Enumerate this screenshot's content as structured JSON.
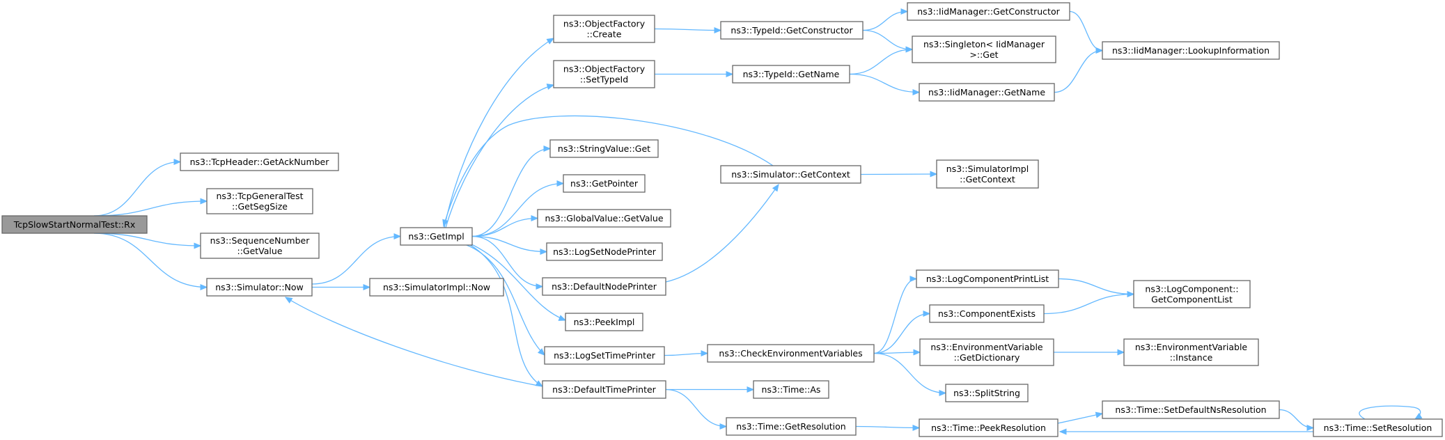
{
  "graph": {
    "colors": {
      "edge": "#63b8ff",
      "node_border": "#666666",
      "root_fill": "#999999",
      "node_fill": "#ffffff"
    },
    "nodes": [
      {
        "id": "root",
        "lines": [
          "TcpSlowStartNormalTest::Rx"
        ],
        "root": true
      },
      {
        "id": "getack",
        "lines": [
          "ns3::TcpHeader::GetAckNumber"
        ]
      },
      {
        "id": "getsegsize",
        "lines": [
          "ns3::TcpGeneralTest",
          "::GetSegSize"
        ]
      },
      {
        "id": "seqgetvalue",
        "lines": [
          "ns3::SequenceNumber",
          "::GetValue"
        ]
      },
      {
        "id": "simnow",
        "lines": [
          "ns3::Simulator::Now"
        ]
      },
      {
        "id": "getimpl",
        "lines": [
          "ns3::GetImpl"
        ]
      },
      {
        "id": "simimplnow",
        "lines": [
          "ns3::SimulatorImpl::Now"
        ]
      },
      {
        "id": "ofcreate",
        "lines": [
          "ns3::ObjectFactory",
          "::Create"
        ]
      },
      {
        "id": "ofsettypeid",
        "lines": [
          "ns3::ObjectFactory",
          "::SetTypeId"
        ]
      },
      {
        "id": "stringget",
        "lines": [
          "ns3::StringValue::Get"
        ]
      },
      {
        "id": "getpointer",
        "lines": [
          "ns3::GetPointer"
        ]
      },
      {
        "id": "globalgetvalue",
        "lines": [
          "ns3::GlobalValue::GetValue"
        ]
      },
      {
        "id": "logsetnodeprinter",
        "lines": [
          "ns3::LogSetNodePrinter"
        ]
      },
      {
        "id": "defaultnodeprinter",
        "lines": [
          "ns3::DefaultNodePrinter"
        ]
      },
      {
        "id": "peekimpl",
        "lines": [
          "ns3::PeekImpl"
        ]
      },
      {
        "id": "logsettimeprinter",
        "lines": [
          "ns3::LogSetTimePrinter"
        ]
      },
      {
        "id": "defaulttimeprinter",
        "lines": [
          "ns3::DefaultTimePrinter"
        ]
      },
      {
        "id": "typeidgetconstructor",
        "lines": [
          "ns3::TypeId::GetConstructor"
        ]
      },
      {
        "id": "typeidgetname",
        "lines": [
          "ns3::TypeId::GetName"
        ]
      },
      {
        "id": "simgetcontext",
        "lines": [
          "ns3::Simulator::GetContext"
        ]
      },
      {
        "id": "checkenv",
        "lines": [
          "ns3::CheckEnvironmentVariables"
        ]
      },
      {
        "id": "timeas",
        "lines": [
          "ns3::Time::As"
        ]
      },
      {
        "id": "timegetres",
        "lines": [
          "ns3::Time::GetResolution"
        ]
      },
      {
        "id": "iidgetconstructor",
        "lines": [
          "ns3::IidManager::GetConstructor"
        ]
      },
      {
        "id": "singletonget",
        "lines": [
          "ns3::Singleton< IidManager",
          ">::Get"
        ]
      },
      {
        "id": "iidgetname",
        "lines": [
          "ns3::IidManager::GetName"
        ]
      },
      {
        "id": "simimplgetcontext",
        "lines": [
          "ns3::SimulatorImpl",
          "::GetContext"
        ]
      },
      {
        "id": "logcompprintlist",
        "lines": [
          "ns3::LogComponentPrintList"
        ]
      },
      {
        "id": "compexists",
        "lines": [
          "ns3::ComponentExists"
        ]
      },
      {
        "id": "envgetdict",
        "lines": [
          "ns3::EnvironmentVariable",
          "::GetDictionary"
        ]
      },
      {
        "id": "splitstring",
        "lines": [
          "ns3::SplitString"
        ]
      },
      {
        "id": "timepeekres",
        "lines": [
          "ns3::Time::PeekResolution"
        ]
      },
      {
        "id": "iidlookup",
        "lines": [
          "ns3::IidManager::LookupInformation"
        ]
      },
      {
        "id": "logcompgetlist",
        "lines": [
          "ns3::LogComponent::",
          "GetComponentList"
        ]
      },
      {
        "id": "envinstance",
        "lines": [
          "ns3::EnvironmentVariable",
          "::Instance"
        ]
      },
      {
        "id": "timesetdefaultns",
        "lines": [
          "ns3::Time::SetDefaultNsResolution"
        ]
      },
      {
        "id": "timesetres",
        "lines": [
          "ns3::Time::SetResolution"
        ]
      }
    ],
    "edges": [
      [
        "root",
        "getack"
      ],
      [
        "root",
        "getsegsize"
      ],
      [
        "root",
        "seqgetvalue"
      ],
      [
        "root",
        "simnow"
      ],
      [
        "simnow",
        "getimpl"
      ],
      [
        "simnow",
        "simimplnow"
      ],
      [
        "getimpl",
        "ofcreate"
      ],
      [
        "getimpl",
        "ofsettypeid"
      ],
      [
        "getimpl",
        "stringget"
      ],
      [
        "getimpl",
        "getpointer"
      ],
      [
        "getimpl",
        "globalgetvalue"
      ],
      [
        "getimpl",
        "logsetnodeprinter"
      ],
      [
        "getimpl",
        "defaultnodeprinter"
      ],
      [
        "getimpl",
        "peekimpl"
      ],
      [
        "getimpl",
        "logsettimeprinter"
      ],
      [
        "getimpl",
        "defaulttimeprinter"
      ],
      [
        "ofcreate",
        "typeidgetconstructor"
      ],
      [
        "ofsettypeid",
        "typeidgetname"
      ],
      [
        "typeidgetconstructor",
        "iidgetconstructor"
      ],
      [
        "typeidgetconstructor",
        "singletonget"
      ],
      [
        "typeidgetname",
        "singletonget"
      ],
      [
        "typeidgetname",
        "iidgetname"
      ],
      [
        "iidgetconstructor",
        "iidlookup"
      ],
      [
        "iidgetname",
        "iidlookup"
      ],
      [
        "simgetcontext",
        "getimpl"
      ],
      [
        "simgetcontext",
        "simimplgetcontext"
      ],
      [
        "defaultnodeprinter",
        "simgetcontext"
      ],
      [
        "logsettimeprinter",
        "checkenv"
      ],
      [
        "checkenv",
        "logcompprintlist"
      ],
      [
        "checkenv",
        "compexists"
      ],
      [
        "checkenv",
        "envgetdict"
      ],
      [
        "checkenv",
        "splitstring"
      ],
      [
        "logcompprintlist",
        "logcompgetlist"
      ],
      [
        "compexists",
        "logcompgetlist"
      ],
      [
        "envgetdict",
        "envinstance"
      ],
      [
        "defaulttimeprinter",
        "simnow"
      ],
      [
        "defaulttimeprinter",
        "timeas"
      ],
      [
        "defaulttimeprinter",
        "timegetres"
      ],
      [
        "timegetres",
        "timepeekres"
      ],
      [
        "timepeekres",
        "timesetdefaultns"
      ],
      [
        "timesetdefaultns",
        "timesetres"
      ],
      [
        "timesetres",
        "timepeekres"
      ],
      [
        "timesetres",
        "timesetres"
      ]
    ]
  }
}
